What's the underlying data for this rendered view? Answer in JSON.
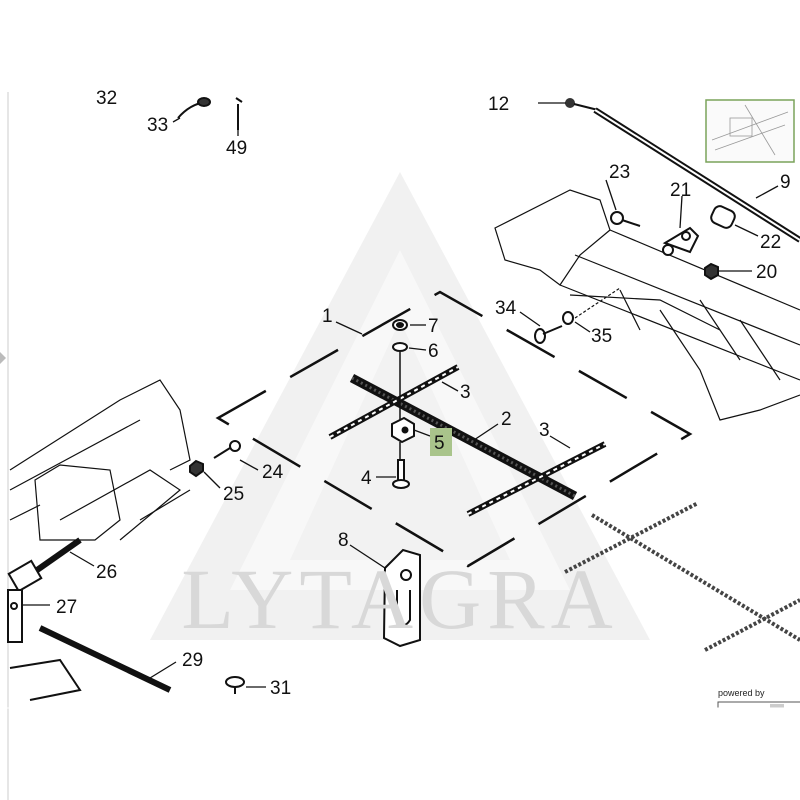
{
  "watermark": {
    "text": "LYTAGRA"
  },
  "highlighted_part": "5",
  "callouts": {
    "c1": "1",
    "c2": "2",
    "c3a": "3",
    "c3b": "3",
    "c4": "4",
    "c5": "5",
    "c6": "6",
    "c7": "7",
    "c8": "8",
    "c9": "9",
    "c12": "12",
    "c20": "20",
    "c21": "21",
    "c22": "22",
    "c23": "23",
    "c24": "24",
    "c25": "25",
    "c26": "26",
    "c27": "27",
    "c29": "29",
    "c31": "31",
    "c33": "33",
    "c34": "34",
    "c35": "35",
    "c49": "49"
  },
  "powered_by": {
    "label": "powered by"
  },
  "colors": {
    "line": "#111111",
    "highlight": "#a9c48b",
    "watermark": "#d8d8d8"
  }
}
